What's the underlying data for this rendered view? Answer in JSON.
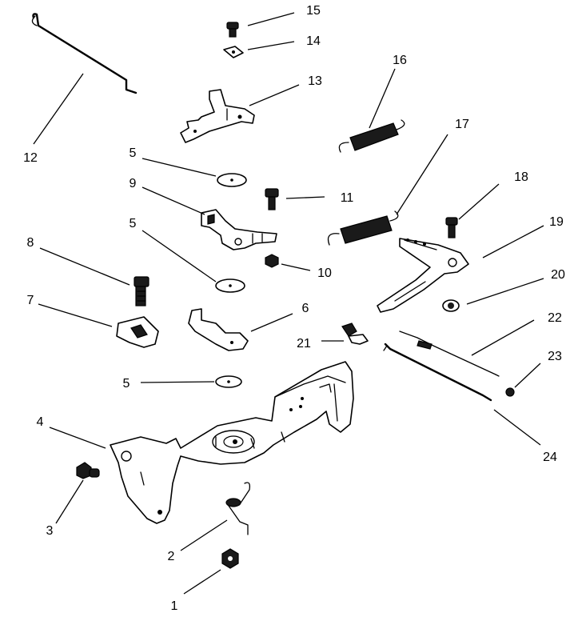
{
  "callouts": [
    {
      "id": "c1",
      "text": "1"
    },
    {
      "id": "c2",
      "text": "2"
    },
    {
      "id": "c3",
      "text": "3"
    },
    {
      "id": "c4",
      "text": "4"
    },
    {
      "id": "c5a",
      "text": "5"
    },
    {
      "id": "c5b",
      "text": "5"
    },
    {
      "id": "c5c",
      "text": "5"
    },
    {
      "id": "c6",
      "text": "6"
    },
    {
      "id": "c7",
      "text": "7"
    },
    {
      "id": "c8",
      "text": "8"
    },
    {
      "id": "c9",
      "text": "9"
    },
    {
      "id": "c10",
      "text": "10"
    },
    {
      "id": "c11",
      "text": "11"
    },
    {
      "id": "c12",
      "text": "12"
    },
    {
      "id": "c13",
      "text": "13"
    },
    {
      "id": "c14",
      "text": "14"
    },
    {
      "id": "c15",
      "text": "15"
    },
    {
      "id": "c16",
      "text": "16"
    },
    {
      "id": "c17",
      "text": "17"
    },
    {
      "id": "c18",
      "text": "18"
    },
    {
      "id": "c19",
      "text": "19"
    },
    {
      "id": "c20",
      "text": "20"
    },
    {
      "id": "c21",
      "text": "21"
    },
    {
      "id": "c22",
      "text": "22"
    },
    {
      "id": "c23",
      "text": "23"
    },
    {
      "id": "c24",
      "text": "24"
    }
  ]
}
